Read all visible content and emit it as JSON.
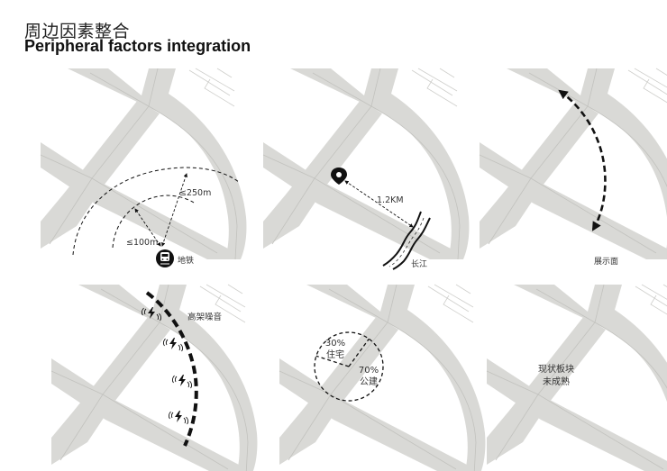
{
  "header": {
    "title_cn": "周边因素整合",
    "title_en": "Peripheral factors integration"
  },
  "panels": [
    {
      "id": "subway",
      "labels": {
        "station": "地铁",
        "inner_radius": "≤100m",
        "outer_radius": "≤250m"
      },
      "icon": "subway-train-icon"
    },
    {
      "id": "river",
      "labels": {
        "distance": "1.2KM",
        "river": "长江"
      },
      "icon": "location-pin-icon"
    },
    {
      "id": "frontage",
      "labels": {
        "frontage": "展示面"
      }
    },
    {
      "id": "noise",
      "labels": {
        "noise": "高架噪音"
      },
      "icon": "noise-lightning-icon",
      "noise_icon_count": 4
    },
    {
      "id": "landuse",
      "labels": {
        "residential_pct": "30%",
        "residential": "住宅",
        "public_pct": "70%",
        "public": "公建"
      },
      "chart_data": {
        "type": "pie",
        "categories": [
          "住宅",
          "公建"
        ],
        "values": [
          30,
          70
        ]
      }
    },
    {
      "id": "immature",
      "labels": {
        "line1": "现状板块",
        "line2": "未成熟"
      }
    }
  ],
  "colors": {
    "road": "#d9d9d6",
    "road_line": "#bdbdb9",
    "ink": "#111111",
    "text": "#333333"
  }
}
